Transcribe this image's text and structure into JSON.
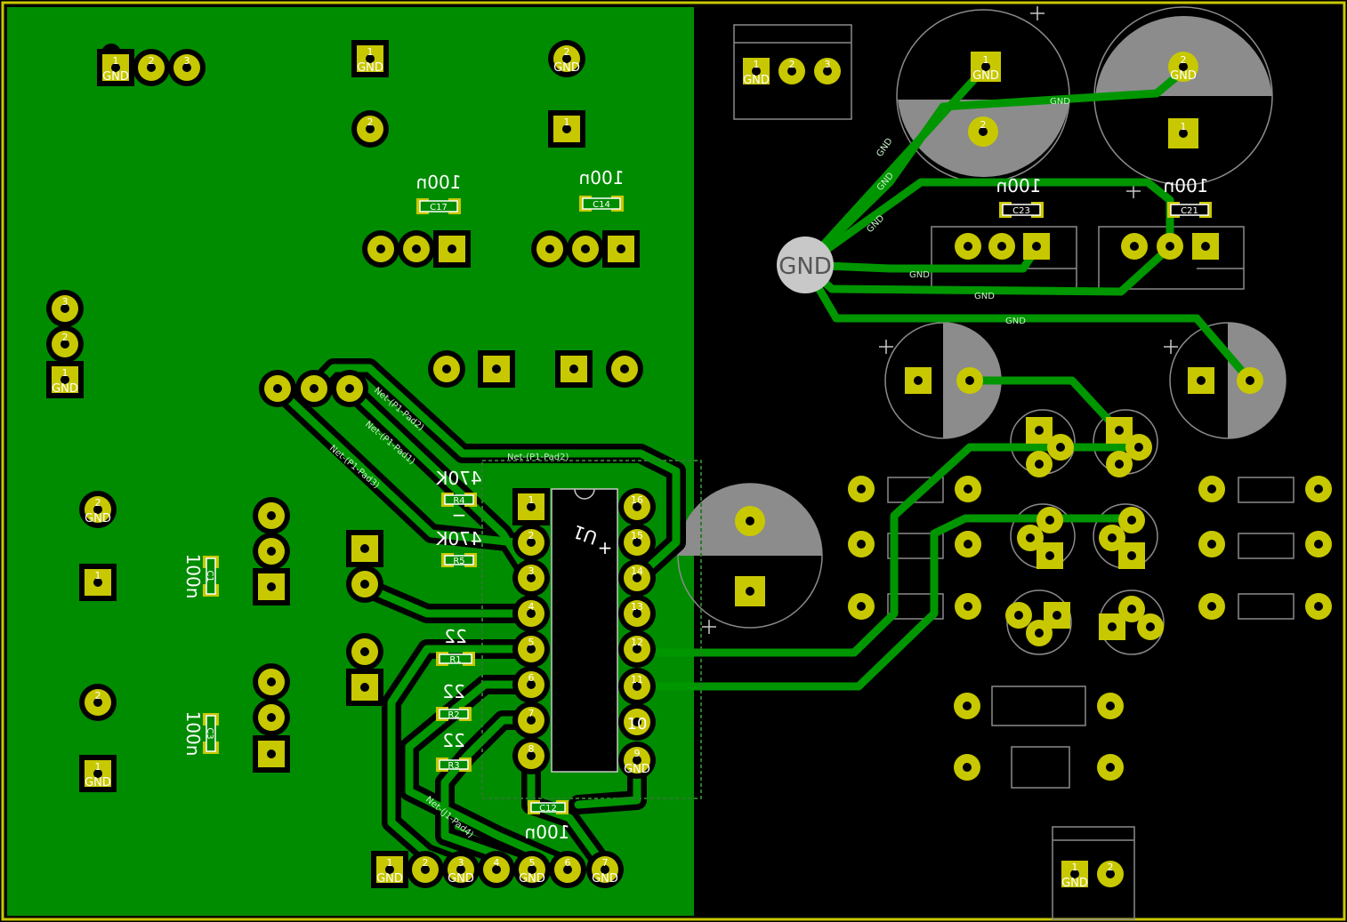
{
  "colors": {
    "background": "#000000",
    "edge_cuts": "#c8c800",
    "copper_pour": "#008c00",
    "track": "#009600",
    "pad": "#c8c800",
    "pad_hole": "#000000",
    "silkscreen": "#c8c8c8",
    "courtyard": "#808080",
    "net_label": "#d0f0d0"
  },
  "labels": {
    "gnd": "GND",
    "pin1": "1",
    "pin2": "2",
    "pin3": "3",
    "pin4": "4",
    "pin5": "5",
    "pin6": "6",
    "pin7": "7",
    "pin8": "8",
    "pin9": "9",
    "pin10": "10",
    "pin11": "11",
    "pin12": "12",
    "pin13": "13",
    "pin14": "14",
    "pin15": "15",
    "pin16": "16",
    "big_gnd": "GND"
  },
  "values": {
    "c100n": "100n",
    "r470k": "470K",
    "r22": "22",
    "u_ref": "U1",
    "plus": "+",
    "minus": "−"
  },
  "refs": {
    "c17": "C17",
    "c14": "C14",
    "c1": "C1",
    "c3": "C3",
    "c12": "C12",
    "c23": "C23",
    "c21": "C21",
    "r4": "R4",
    "r5": "R5",
    "r1": "R1",
    "r2": "R2",
    "r3": "R3"
  },
  "nets": {
    "p1_pad2": "Net-(P1-Pad2)",
    "p1_pad1": "Net-(P1-Pad1)",
    "p1_pad3": "Net-(P1-Pad3)",
    "j1_pad4": "Net-(J1-Pad4)",
    "gnd": "GND"
  },
  "ic_pin10_label": "10"
}
